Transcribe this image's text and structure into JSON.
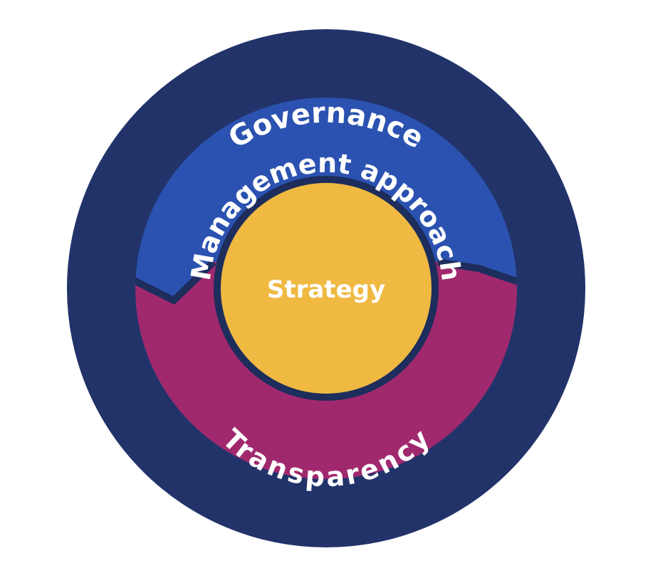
{
  "diagram": {
    "outer_label": "Governance",
    "upper_band_label": "Management approach",
    "lower_band_label": "Transparency",
    "center_label": "Strategy"
  },
  "colors": {
    "outer_ring": "#22336a",
    "upper_band": "#2b52b0",
    "lower_band": "#a0296e",
    "center": "#efb942",
    "separator": "#1d2d5c",
    "text": "#ffffff"
  }
}
